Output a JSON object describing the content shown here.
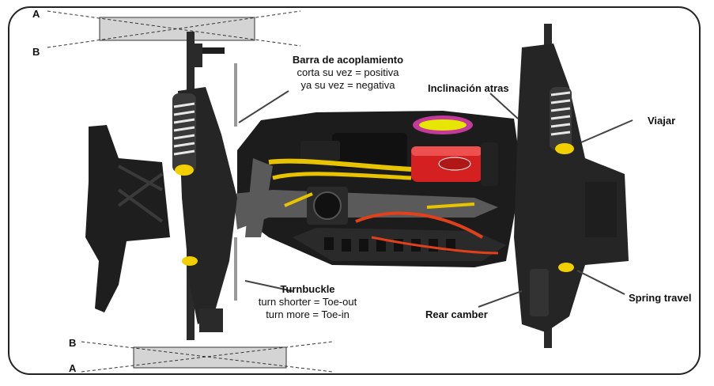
{
  "markers": {
    "top_a": "A",
    "top_b": "B",
    "bottom_b": "B",
    "bottom_a": "A"
  },
  "labels": {
    "barra_title": "Barra de acoplamiento",
    "barra_line1": "corta su vez = positiva",
    "barra_line2": "ya su vez = negativa",
    "inclinacion": "Inclinación atras",
    "viajar": "Viajar",
    "turnbuckle_title": "Turnbuckle",
    "turnbuckle_line1": "turn shorter = Toe-out",
    "turnbuckle_line2": "turn more = Toe-in",
    "rear_camber": "Rear camber",
    "spring_travel": "Spring travel"
  },
  "colors": {
    "frame": "#222222",
    "plate": "#d4d4d4",
    "chassis": "#1c1c1c",
    "motor": "#d42020",
    "wire_yellow": "#e8c400",
    "wire_red": "#e0401a",
    "spring": "#e8e8e8",
    "shock_yellow": "#f2d000",
    "carbon": "#5a5a5a"
  }
}
